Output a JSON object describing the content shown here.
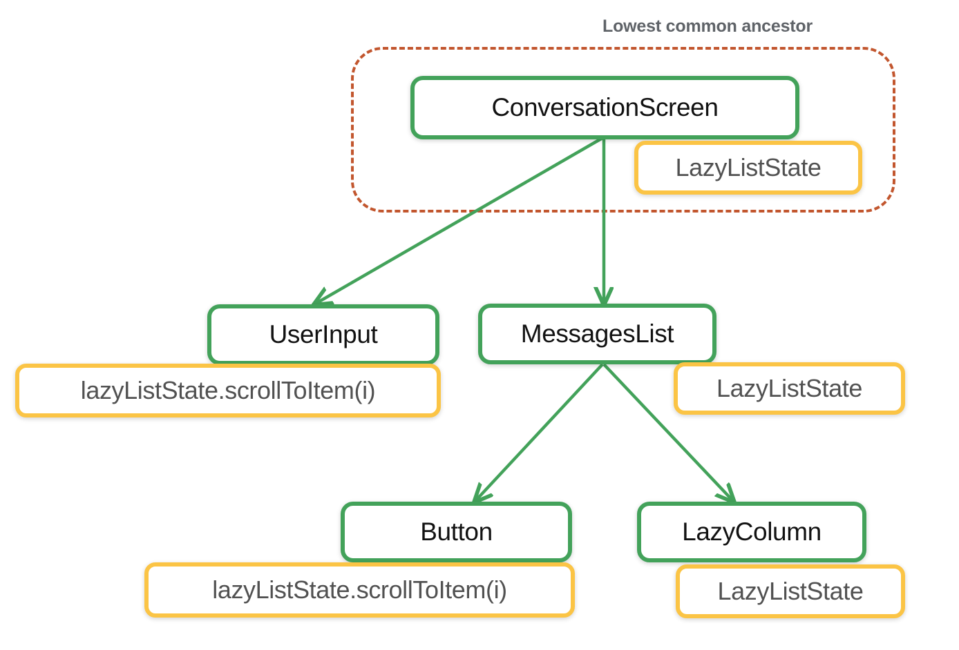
{
  "diagram": {
    "title_label": "Lowest common ancestor",
    "colors": {
      "composable_border": "#43a25a",
      "state_border": "#fbc445",
      "ancestor_dashed": "#c2562e",
      "composable_text": "#121212",
      "state_text": "#515151",
      "caption_text": "#5f6368",
      "background": "#ffffff"
    },
    "nodes": {
      "conversation_screen": "ConversationScreen",
      "conversation_screen_state": "LazyListState",
      "user_input": "UserInput",
      "user_input_state": "lazyListState.scrollToItem(i)",
      "messages_list": "MessagesList",
      "messages_list_state": "LazyListState",
      "button": "Button",
      "button_state": "lazyListState.scrollToItem(i)",
      "lazy_column": "LazyColumn",
      "lazy_column_state": "LazyListState"
    },
    "edges": [
      {
        "from": "ConversationScreen",
        "to": "UserInput"
      },
      {
        "from": "ConversationScreen",
        "to": "MessagesList"
      },
      {
        "from": "MessagesList",
        "to": "Button"
      },
      {
        "from": "MessagesList",
        "to": "LazyColumn"
      }
    ]
  }
}
